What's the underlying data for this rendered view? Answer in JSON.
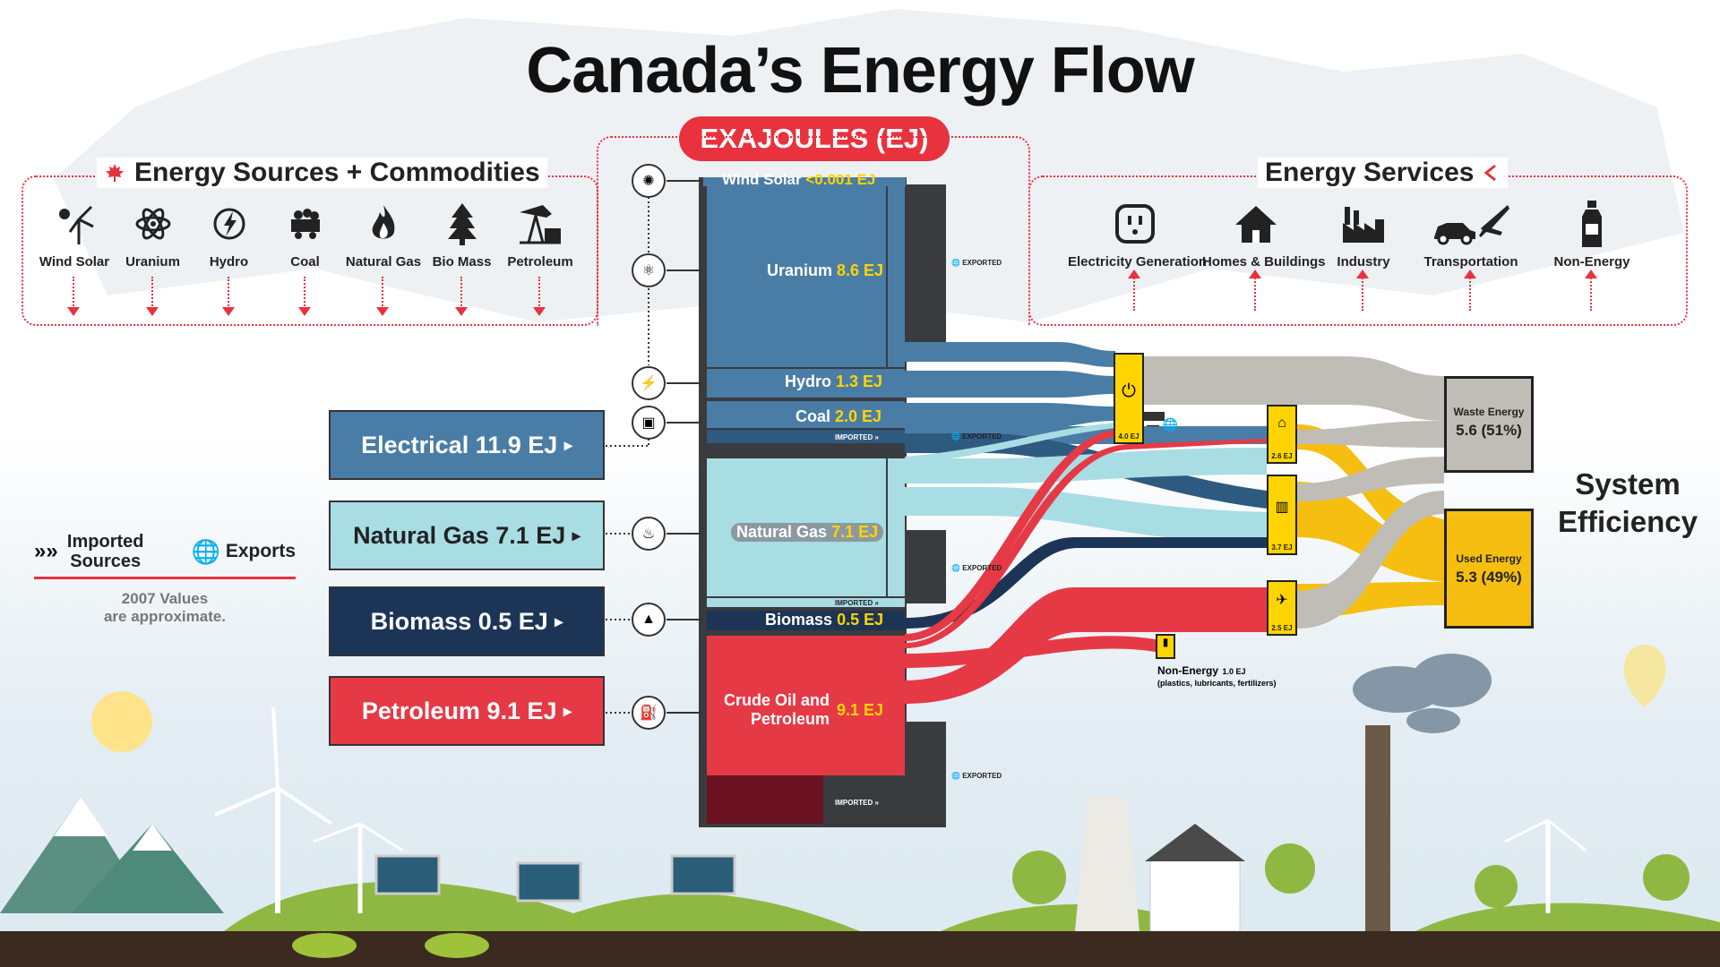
{
  "title": "Canada’s Energy Flow",
  "unit_pill": "EXAJOULES (EJ)",
  "sources_section": {
    "title": "Energy Sources + Commodities",
    "items": [
      "Wind Solar",
      "Uranium",
      "Hydro",
      "Coal",
      "Natural Gas",
      "Bio Mass",
      "Petroleum"
    ]
  },
  "services_section": {
    "title": "Energy Services",
    "items": [
      "Electricity Generation",
      "Homes & Buildings",
      "Industry",
      "Transportation",
      "Non-Energy"
    ]
  },
  "commodities": [
    {
      "label": "Electrical 11.9 EJ",
      "color": "#4a7da6"
    },
    {
      "label": "Natural Gas 7.1 EJ",
      "color": "#a8dde4"
    },
    {
      "label": "Biomass 0.5 EJ",
      "color": "#1c3557"
    },
    {
      "label": "Petroleum 9.1 EJ",
      "color": "#e63946"
    }
  ],
  "legend": {
    "imported": "Imported Sources",
    "exports": "Exports",
    "note_line1": "2007 Values",
    "note_line2": "are approximate."
  },
  "stack": {
    "wind_solar": {
      "name": "Wind Solar",
      "value": "<0.001 EJ"
    },
    "uranium": {
      "name": "Uranium",
      "value": "8.6 EJ"
    },
    "hydro": {
      "name": "Hydro",
      "value": "1.3 EJ"
    },
    "coal": {
      "name": "Coal",
      "value": "2.0 EJ"
    },
    "natural_gas": {
      "name": "Natural Gas",
      "value": "7.1 EJ"
    },
    "biomass": {
      "name": "Biomass",
      "value": "0.5 EJ"
    },
    "petroleum_line1": "Crude Oil and",
    "petroleum_line2": "Petroleum",
    "petroleum_value": "9.1 EJ"
  },
  "tags": {
    "exported": "EXPORTED",
    "imported": "IMPORTED"
  },
  "services_values": {
    "electricity": "4.0 EJ",
    "homes": "2.6 EJ",
    "industry": "3.7 EJ",
    "transport": "2.5 EJ"
  },
  "non_energy": {
    "label": "Non-Energy",
    "value": "1.0 EJ",
    "note": "(plastics, lubricants, fertilizers)"
  },
  "outputs": {
    "waste_label": "Waste Energy",
    "waste_value": "5.6 (51%)",
    "used_label": "Used Energy",
    "used_value": "5.3 (49%)"
  },
  "system_eff_line1": "System",
  "system_eff_line2": "Efficiency"
}
